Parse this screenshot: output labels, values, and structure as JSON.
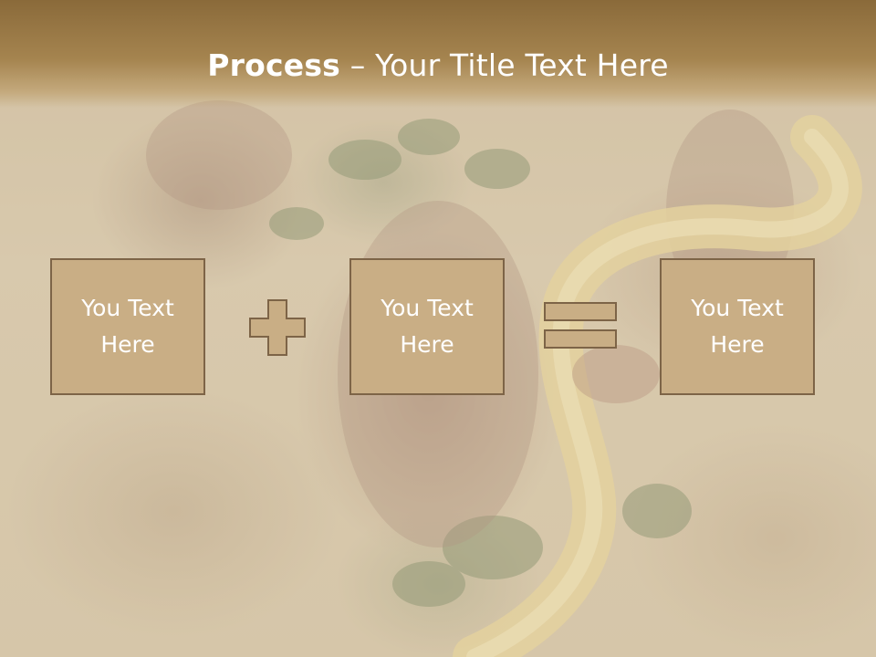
{
  "slide": {
    "title_strong": "Process",
    "title_rest": " – Your Title Text Here"
  },
  "process": {
    "boxes": [
      {
        "label": "You Text Here"
      },
      {
        "label": "You Text Here"
      },
      {
        "label": "You Text Here"
      }
    ],
    "operators": [
      "plus-icon",
      "equals-icon"
    ]
  },
  "colors": {
    "header": "#8a6a3a",
    "box_fill": "#c9ae85",
    "box_border": "#7d6447",
    "text": "#ffffff"
  }
}
